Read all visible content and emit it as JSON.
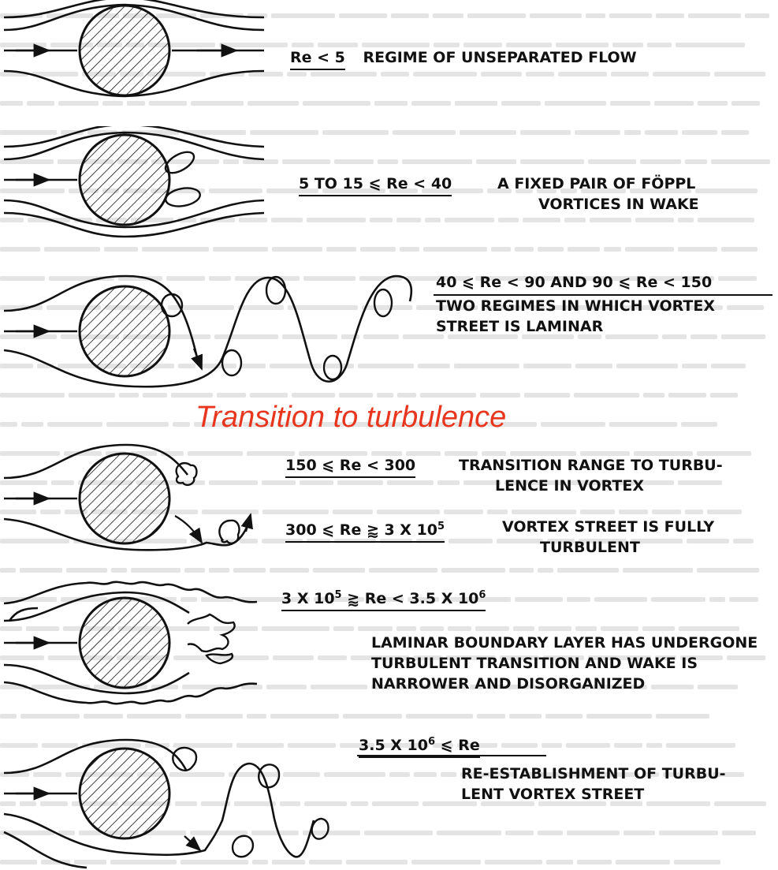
{
  "transition_label": "Transition to turbulence",
  "regimes": [
    {
      "condition": "Re < 5",
      "description": "REGIME OF UNSEPARATED FLOW"
    },
    {
      "condition": "5 TO 15 ⩽ Re < 40",
      "description_lines": [
        "A FIXED PAIR OF FÖPPL",
        "VORTICES IN WAKE"
      ]
    },
    {
      "condition": "40 ⩽ Re < 90 AND 90 ⩽ Re < 150",
      "description_lines": [
        "TWO REGIMES IN WHICH VORTEX",
        "STREET IS LAMINAR"
      ]
    },
    {
      "condition": "150 ⩽ Re < 300",
      "description_lines": [
        "TRANSITION RANGE TO TURBU-",
        "LENCE IN VORTEX"
      ]
    },
    {
      "condition": "300 ⩽ Re ⪆ 3 X 10",
      "exponent": "5",
      "description_lines": [
        "VORTEX STREET IS FULLY",
        "TURBULENT"
      ]
    },
    {
      "condition": "3 X 10",
      "exponent": "5",
      "condition_tail": "⪆ Re < 3.5 X 10",
      "exponent_tail": "6",
      "description_lines": [
        "LAMINAR BOUNDARY LAYER HAS UNDERGONE",
        "TURBULENT TRANSITION AND WAKE IS",
        "NARROWER AND DISORGANIZED"
      ]
    },
    {
      "condition": "3.5 X 10",
      "exponent": "6",
      "condition_tail": "⩽ Re",
      "description_lines": [
        "RE-ESTABLISHMENT OF TURBU-",
        "LENT VORTEX STREET"
      ]
    }
  ],
  "colors": {
    "accent": "#e8361e",
    "ink": "#111111",
    "ghost_text": "#e4e4e4"
  }
}
